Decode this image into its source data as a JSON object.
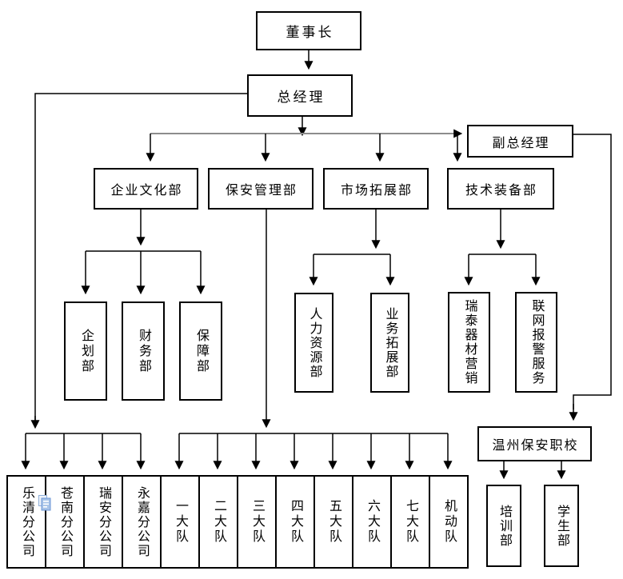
{
  "nodes": {
    "chairman": {
      "label": "董事长"
    },
    "general_manager": {
      "label": "总经理"
    },
    "deputy_general_manager": {
      "label": "副总经理"
    },
    "corporate_culture_dept": {
      "label": "企业文化部"
    },
    "security_management_dept": {
      "label": "保安管理部"
    },
    "market_expansion_dept": {
      "label": "市场拓展部"
    },
    "technical_equipment_dept": {
      "label": "技术装备部"
    },
    "planning_dept": {
      "label": "企划部"
    },
    "finance_dept": {
      "label": "财务部"
    },
    "support_dept": {
      "label": "保障部"
    },
    "hr_dept": {
      "label": "人力资源部"
    },
    "business_expansion_dept": {
      "label": "业务拓展部"
    },
    "ruitai_equipment_marketing": {
      "label": "瑞泰器材营销"
    },
    "network_alarm_service": {
      "label": "联网报警服务"
    },
    "security_school": {
      "label": "温州保安职校"
    },
    "training_dept": {
      "label": "培训部"
    },
    "student_dept": {
      "label": "学生部"
    },
    "branches": [
      {
        "label": "乐清分公司"
      },
      {
        "label": "苍南分公司"
      },
      {
        "label": "瑞安分公司"
      },
      {
        "label": "永嘉分公司"
      }
    ],
    "teams": [
      {
        "label": "一大队"
      },
      {
        "label": "二大队"
      },
      {
        "label": "三大队"
      },
      {
        "label": "四大队"
      },
      {
        "label": "五大队"
      },
      {
        "label": "六大队"
      },
      {
        "label": "七大队"
      },
      {
        "label": "机动队"
      }
    ]
  },
  "icons": {
    "paste_options": "paste-options-icon"
  },
  "colors": {
    "line": "#000000",
    "secondary_line": "#8c8c8c",
    "box_border": "#000000",
    "background": "#ffffff",
    "paste_icon_fill": "#a8c4e8",
    "paste_icon_stroke": "#6b96d6"
  }
}
